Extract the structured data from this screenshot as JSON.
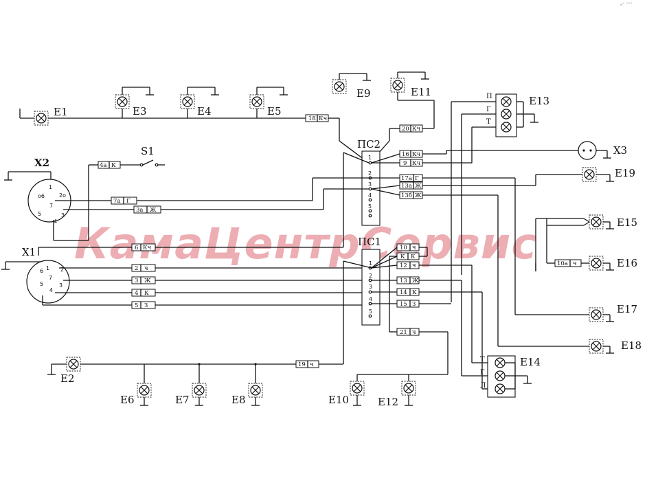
{
  "watermark": "КамаЦентрСервис",
  "corner_note": "a° °°°",
  "labels": {
    "E1": "E1",
    "E2": "E2",
    "E3": "E3",
    "E4": "E4",
    "E5": "E5",
    "E6": "E6",
    "E7": "E7",
    "E8": "E8",
    "E9": "E9",
    "E10": "E10",
    "E11": "E11",
    "E12": "E12",
    "E13": "E13",
    "E14": "E14",
    "E15": "E15",
    "E16": "E16",
    "E17": "E17",
    "E18": "E18",
    "E19": "E19",
    "X1": "X1",
    "X2": "X2",
    "X3": "X3",
    "S1": "S1",
    "PS1": "ПС1",
    "PS2": "ПС2"
  },
  "tags": {
    "t18": [
      "18",
      "Кч"
    ],
    "t20": [
      "20",
      "Кч"
    ],
    "t16": [
      "16",
      "Кч"
    ],
    "t9": [
      "9",
      "Кч"
    ],
    "t17a": [
      "17а",
      "Г"
    ],
    "t13a": [
      "13а",
      "Ж"
    ],
    "t13b": [
      "13б",
      "Ж"
    ],
    "t4a": [
      "4а",
      "К"
    ],
    "t7a": [
      "7а",
      "Г"
    ],
    "t3a": [
      "3а",
      "Ж"
    ],
    "t6": [
      "6",
      "Кч"
    ],
    "t2": [
      "2",
      "ч"
    ],
    "t3": [
      "3",
      "Ж"
    ],
    "t4": [
      "4",
      "К"
    ],
    "t5": [
      "5",
      "З"
    ],
    "t10": [
      "10",
      "ч"
    ],
    "tK": [
      "К",
      "К"
    ],
    "t12": [
      "12",
      "ч"
    ],
    "t13": [
      "13",
      "Ж"
    ],
    "t14": [
      "14",
      "К"
    ],
    "t15": [
      "15",
      "З"
    ],
    "t21": [
      "21",
      "ч"
    ],
    "t19": [
      "19",
      "ч"
    ],
    "t10a": [
      "10а",
      "ч"
    ]
  },
  "pins": {
    "x2": [
      "1",
      "2о",
      "о6",
      "7",
      "5",
      "3",
      "4"
    ],
    "x1": [
      "1",
      "6",
      "2",
      "7",
      "5",
      "3",
      "4"
    ],
    "ps": [
      "1",
      "2",
      "3",
      "4",
      "5"
    ],
    "lamp_letters_e13": [
      "П",
      "Г",
      "Т"
    ],
    "lamp_letters_e14": [
      "Т",
      "Г",
      "Л"
    ]
  }
}
